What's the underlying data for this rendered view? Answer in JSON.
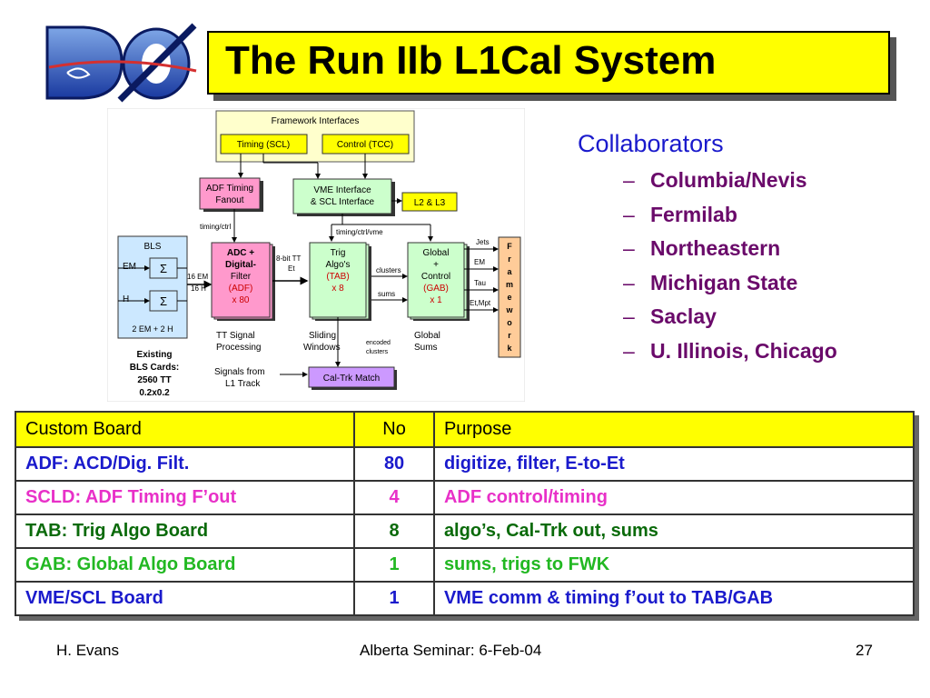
{
  "title": "The Run IIb L1Cal System",
  "logo": {
    "icon": "dzero-logo-icon"
  },
  "collaborators": {
    "heading": "Collaborators",
    "dash": "–",
    "items": [
      "Columbia/Nevis",
      "Fermilab",
      "Northeastern",
      "Michigan State",
      "Saclay",
      "U. Illinois, Chicago"
    ]
  },
  "diagram": {
    "framework_interfaces": "Framework Interfaces",
    "timing_scl": "Timing (SCL)",
    "control_tcc": "Control (TCC)",
    "adf_timing_1": "ADF Timing",
    "adf_timing_2": "Fanout",
    "vme_1": "VME Interface",
    "vme_2": "& SCL Interface",
    "l2l3": "L2 & L3",
    "timing_ctrl": "timing/ctrl",
    "timing_ctrl_vme": "timing/ctrl/vme",
    "bls": "BLS",
    "em": "EM",
    "h": "H",
    "sigma": "Σ",
    "two_em_two_h": "2 EM + 2 H",
    "adc_lines": [
      "ADC +",
      "Digital-",
      "Filter",
      "(ADF)",
      "x 80"
    ],
    "em16": "16 EM",
    "h16": "16 H",
    "bit8_1": "8-bit TT",
    "bit8_2": "Et",
    "trig_lines": [
      "Trig",
      "Algo's",
      "(TAB)",
      "x 8"
    ],
    "clusters": "clusters",
    "sums": "sums",
    "global_lines": [
      "Global",
      "+",
      "Control",
      "(GAB)",
      "x 1"
    ],
    "jets": "Jets",
    "em_out": "EM",
    "tau": "Tau",
    "etmpt": "Et,Mpt",
    "framework_letters": [
      "F",
      "r",
      "a",
      "m",
      "e",
      "w",
      "o",
      "r",
      "k"
    ],
    "tt_signal_1": "TT Signal",
    "tt_signal_2": "Processing",
    "sliding_1": "Sliding",
    "sliding_2": "Windows",
    "encoded_1": "encoded",
    "encoded_2": "clusters",
    "global_sums_1": "Global",
    "global_sums_2": "Sums",
    "existing": [
      "Existing",
      "BLS Cards:",
      "2560 TT",
      "0.2x0.2"
    ],
    "signals_1": "Signals from",
    "signals_2": "L1 Track",
    "caltrk": "Cal-Trk Match"
  },
  "table": {
    "headers": [
      "Custom Board",
      "No",
      "Purpose"
    ],
    "rows": [
      {
        "board": "ADF: ACD/Dig. Filt.",
        "no": "80",
        "purpose": "digitize, filter, E-to-Et",
        "color": "#1a1acc"
      },
      {
        "board": "SCLD: ADF Timing F’out",
        "no": "4",
        "purpose": "ADF control/timing",
        "color": "#e830c8"
      },
      {
        "board": "TAB: Trig Algo Board",
        "no": "8",
        "purpose": "algo’s, Cal-Trk out, sums",
        "color": "#0a6a0a"
      },
      {
        "board": "GAB: Global Algo Board",
        "no": "1",
        "purpose": "sums, trigs to FWK",
        "color": "#22b822"
      },
      {
        "board": "VME/SCL Board",
        "no": "1",
        "purpose": "VME comm & timing f’out to TAB/GAB",
        "color": "#1a1acc"
      }
    ]
  },
  "footer": {
    "left": "H. Evans",
    "center": "Alberta Seminar: 6-Feb-04",
    "right": "27"
  }
}
